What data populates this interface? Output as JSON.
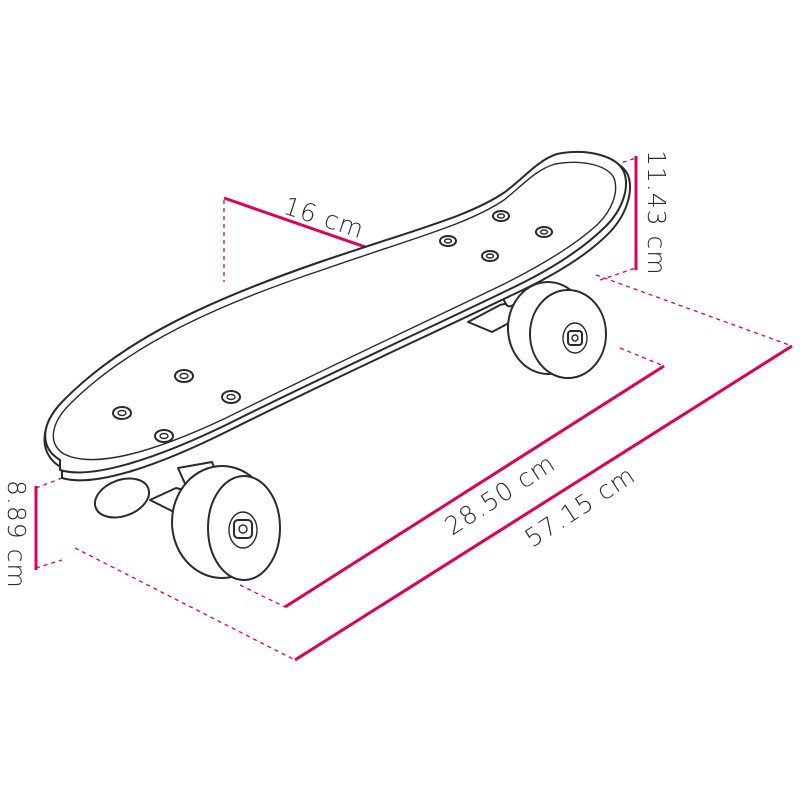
{
  "colors": {
    "dimension": "#e0005a",
    "outline": "#2a2a2a",
    "background": "#ffffff"
  },
  "dimensions": {
    "width": "16 cm",
    "height_front": "11.43 cm",
    "height_rear": "8.89 cm",
    "wheelbase": "28.50 cm",
    "length": "57.15 cm"
  }
}
